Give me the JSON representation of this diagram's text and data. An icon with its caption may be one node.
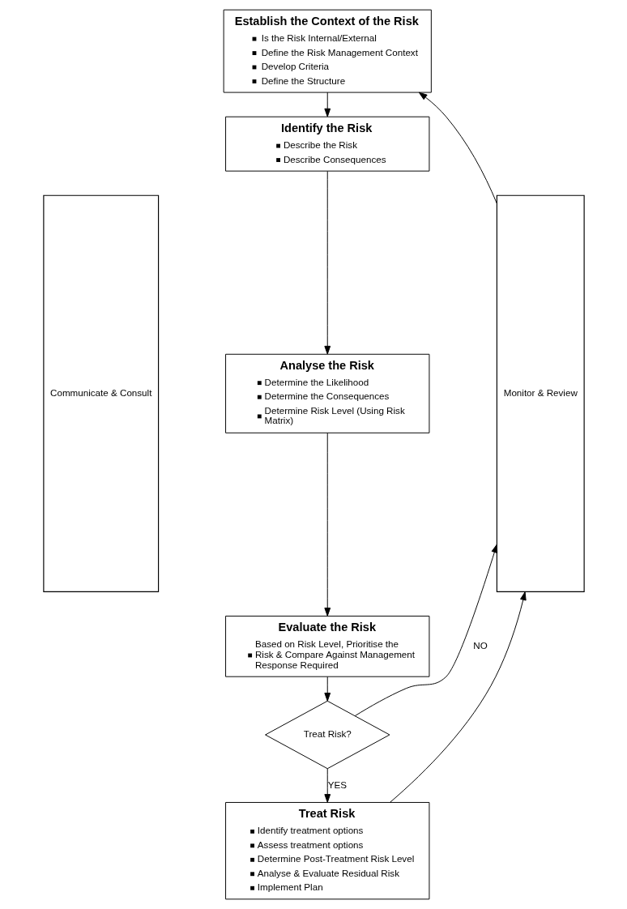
{
  "diagram": {
    "nodes": [
      {
        "text": [
          "Communicate & Consult"
        ]
      },
      {
        "text": [
          "Establish the Context of the Risk",
          "Is the Risk Internal/External",
          "Define the Risk Management Context",
          "Develop Criteria",
          "Define the Structure"
        ]
      },
      {
        "text": [
          "Identify the Risk",
          "Describe the Risk",
          "Describe Consequences"
        ]
      },
      {
        "text": [
          "Analyse the Risk",
          "Determine the Likelihood",
          "Determine the Consequences",
          "Determine Risk Level (Using Risk Matrix)"
        ]
      },
      {
        "text": [
          "Evaluate the Risk",
          "Based on Risk Level, Prioritise the Risk & Compare Against Management Response Required"
        ]
      },
      {
        "text": [
          "Treat Risk?"
        ]
      },
      {
        "text": [
          "Treat Risk",
          "Identify treatment options",
          "Assess treatment options",
          "Determine Post-Treatment Risk Level",
          "Analyse & Evaluate Residual Risk",
          "Implement Plan"
        ]
      },
      {
        "text": [
          "Monitor & Review"
        ]
      }
    ],
    "edges": [
      {
        "from": 1,
        "to": 2,
        "arrow": "to"
      },
      {
        "from": 2,
        "to": 3,
        "arrow": "to"
      },
      {
        "from": 3,
        "to": 4,
        "arrow": "to"
      },
      {
        "from": 4,
        "to": 5,
        "arrow": "to"
      },
      {
        "from": 5,
        "to": 7,
        "arrow": "to",
        "label": "NO"
      },
      {
        "from": 5,
        "to": 6,
        "arrow": "to",
        "label": "YES"
      },
      {
        "from": 6,
        "to": 7,
        "arrow": "to"
      },
      {
        "from": 7,
        "to": 1,
        "arrow": "to"
      }
    ]
  }
}
